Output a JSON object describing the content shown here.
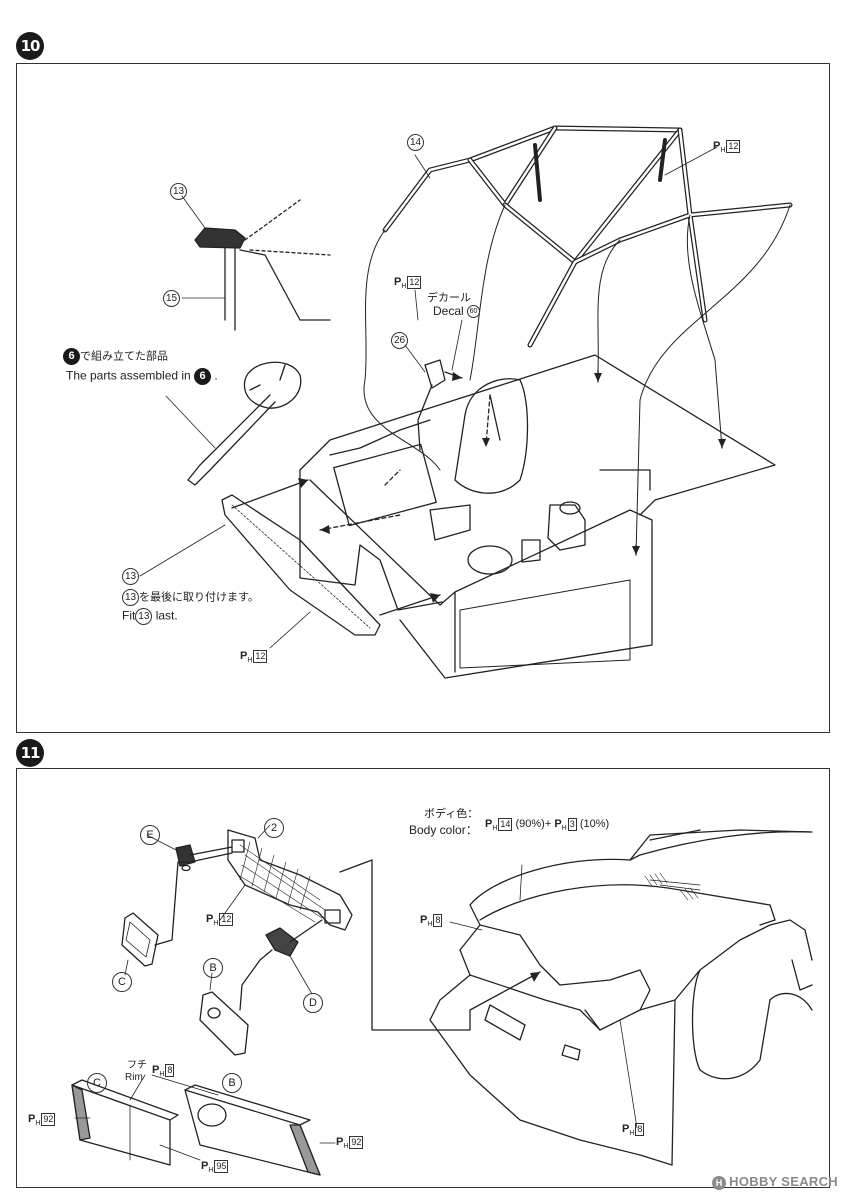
{
  "step10": {
    "number": "10",
    "part13_label": "13",
    "part14_label": "14",
    "part15_label": "15",
    "part26_label": "26",
    "paint_top_right": {
      "code": "P",
      "sub": "H",
      "num": "12"
    },
    "paint_decal_side": {
      "code": "P",
      "sub": "H",
      "num": "12"
    },
    "decal_jp": "デカール",
    "decal_en": "Decal",
    "decal_num": "60",
    "step6_ref_num": "6",
    "assembled_jp": "で組み立てた部品",
    "assembled_en": "The parts assembled in",
    "part13_callout": "13",
    "fit_last_jp": "を最後に取り付けます。",
    "fit_last_en_prefix": "Fit",
    "fit_last_en_suffix": "last.",
    "paint_bottom": {
      "code": "P",
      "sub": "H",
      "num": "12"
    }
  },
  "step11": {
    "number": "11",
    "label_E": "E",
    "label_2": "2",
    "label_C": "C",
    "label_B": "B",
    "label_D": "D",
    "paint_grille": {
      "code": "P",
      "sub": "H",
      "num": "12"
    },
    "body_color_jp": "ボディ色：",
    "body_color_en": "Body color：",
    "body_color_mix": {
      "p1": "14",
      "pct1": "(90%)",
      "plus": "+",
      "p2": "3",
      "pct2": "(10%)"
    },
    "paint_left_light": {
      "code": "P",
      "sub": "H",
      "num": "8"
    },
    "paint_lower_right": {
      "code": "P",
      "sub": "H",
      "num": "8"
    },
    "rim_jp": "フチ",
    "rim_en": "Rim",
    "paint_rim": {
      "code": "P",
      "sub": "H",
      "num": "8"
    },
    "detail_C": "C",
    "detail_B": "B",
    "paint_92_left": {
      "code": "P",
      "sub": "H",
      "num": "92"
    },
    "paint_92_right": {
      "code": "P",
      "sub": "H",
      "num": "92"
    },
    "paint_95": {
      "code": "P",
      "sub": "H",
      "num": "95"
    }
  },
  "watermark": "HOBBY SEARCH",
  "watermark_logo": "H"
}
